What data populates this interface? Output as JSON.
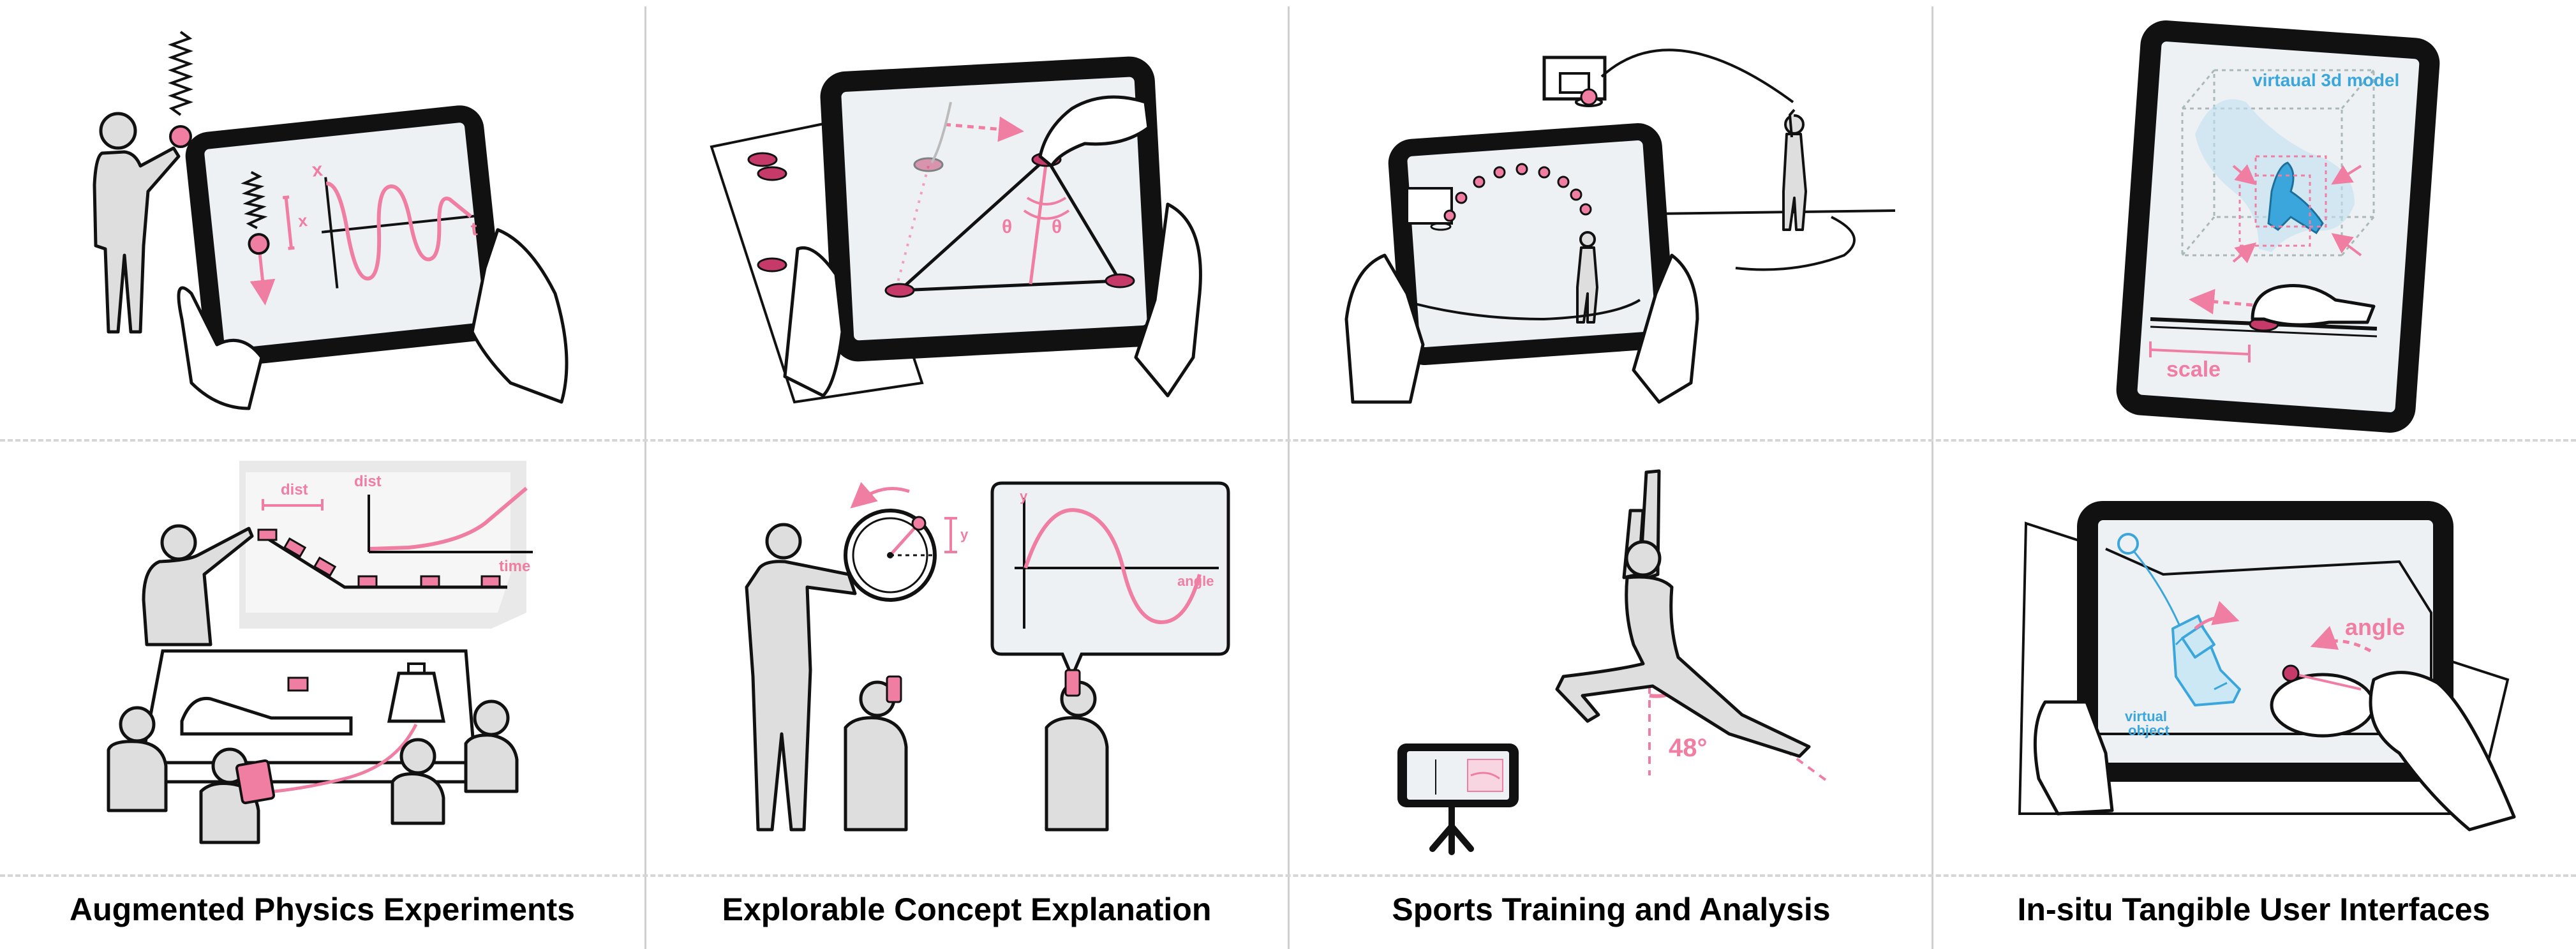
{
  "colors": {
    "accent": "#f07ea3",
    "accent_dark": "#c63a69",
    "virtual": "#3aa6dc",
    "screen": "#eef1f3",
    "figure": "#dedede",
    "ink": "#111111"
  },
  "panels": [
    {
      "caption": "Augmented Physics Experiments",
      "top_labels": [
        "x",
        "x",
        "t"
      ],
      "bottom_labels": [
        "dist",
        "dist",
        "time"
      ]
    },
    {
      "caption": "Explorable Concept Explanation",
      "top_labels": [
        "θ",
        "θ"
      ],
      "bottom_labels": [
        "y",
        "y",
        "angle"
      ]
    },
    {
      "caption": "Sports Training and Analysis",
      "bottom_labels": [
        "48°"
      ]
    },
    {
      "caption": "In-situ Tangible User Interfaces",
      "top_labels": [
        "virtaual 3d model",
        "scale"
      ],
      "bottom_labels": [
        "angle",
        "virtual",
        "object"
      ]
    }
  ]
}
